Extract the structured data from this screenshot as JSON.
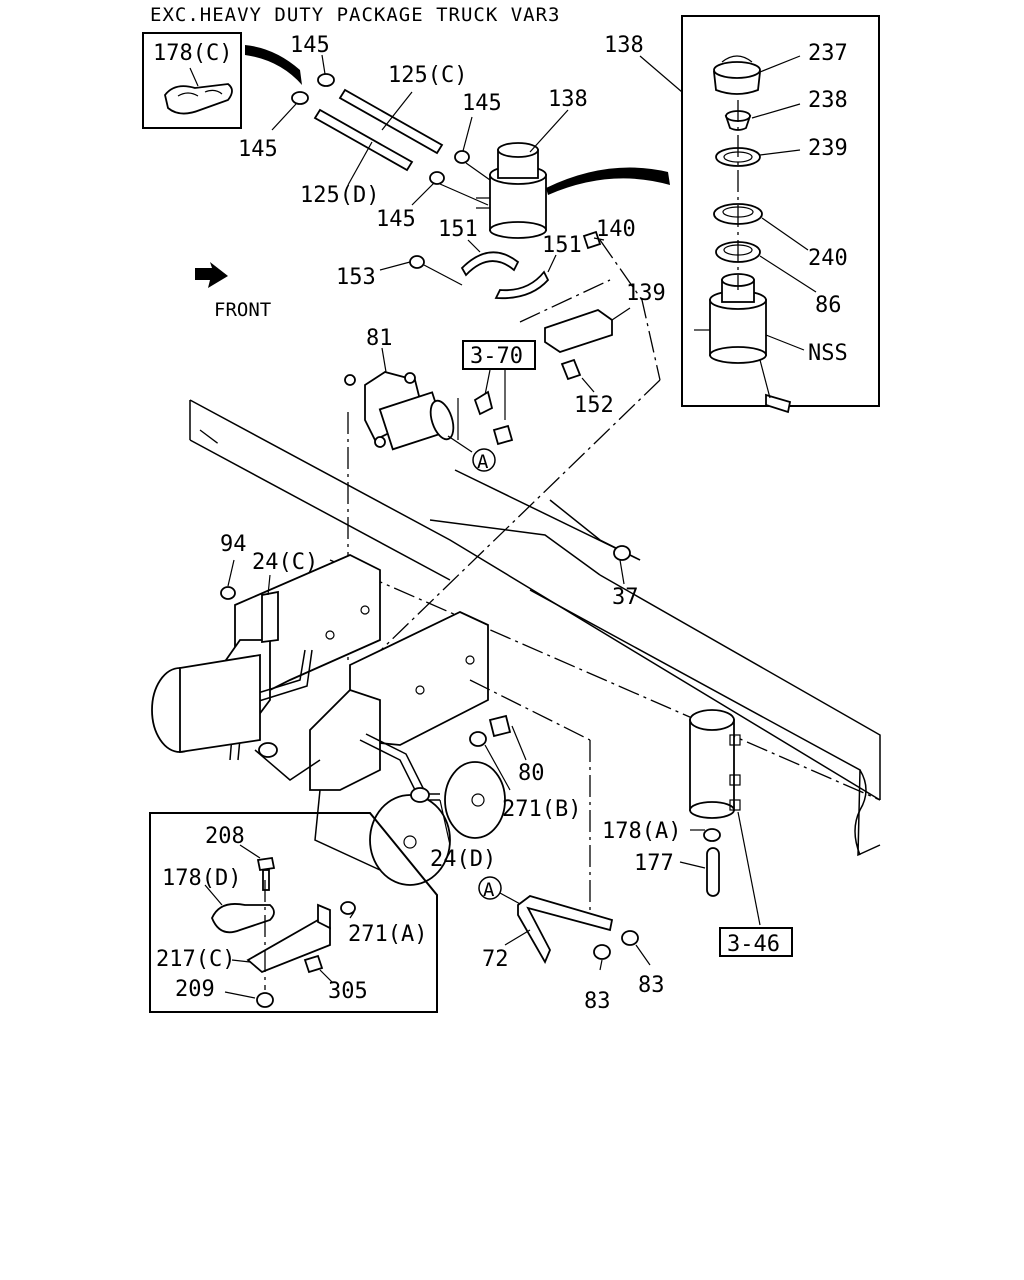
{
  "title": "EXC.HEAVY DUTY PACKAGE TRUCK VAR3",
  "front_label": "FRONT",
  "ref_boxes": {
    "ref_3_70": "3-70",
    "ref_3_46": "3-46"
  },
  "callout_letter": "A",
  "labels": {
    "p178c": "178(C)",
    "p145a": "145",
    "p145b": "145",
    "p145c": "145",
    "p145d": "145",
    "p125c": "125(C)",
    "p125d": "125(D)",
    "p138a": "138",
    "p138b": "138",
    "p237": "237",
    "p238": "238",
    "p239": "239",
    "p240": "240",
    "p86": "86",
    "pnss": "NSS",
    "p151a": "151",
    "p151b": "151",
    "p140": "140",
    "p153": "153",
    "p139": "139",
    "p152": "152",
    "p81": "81",
    "p94": "94",
    "p24c": "24(C)",
    "p37": "37",
    "p80": "80",
    "p271b": "271(B)",
    "p24d": "24(D)",
    "p178a": "178(A)",
    "p177": "177",
    "p208": "208",
    "p178d": "178(D)",
    "p271a": "271(A)",
    "p217c": "217(C)",
    "p305": "305",
    "p209": "209",
    "p72": "72",
    "p83a": "83",
    "p83b": "83"
  }
}
